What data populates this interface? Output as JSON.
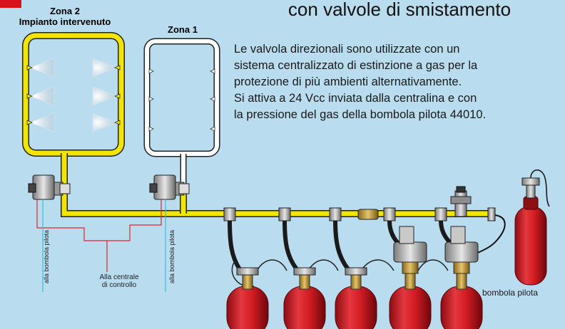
{
  "header": {
    "title": "con valvole di smistamento"
  },
  "zones": {
    "zone2": {
      "title_line1": "Zona 2",
      "title_line2": "Impianto intervenuto"
    },
    "zone1": {
      "title": "Zona 1"
    }
  },
  "description": {
    "lines": [
      "Le valvola direzionali sono utilizzate con un",
      "sistema centralizzato di estinzione a gas per la",
      "protezione di più ambienti alternativamente.",
      "Si attiva a 24 Vcc inviata dalla centralina e con",
      "la pressione del gas della bombola pilota 44010."
    ]
  },
  "labels": {
    "pilot_left": "alla bombola pilota",
    "pilot_right": "alla bombola pilota",
    "central_line1": "Alla centrale",
    "central_line2": "di controllo",
    "pilot_cylinder": "bombola pilota"
  },
  "colors": {
    "background": "#b9dcef",
    "pipe_yellow": "#f2e600",
    "wire_red": "#e0262c",
    "wire_cyan": "#2fc4d8",
    "cylinder_red": "#d51d24",
    "accent_red": "#d8121a"
  }
}
